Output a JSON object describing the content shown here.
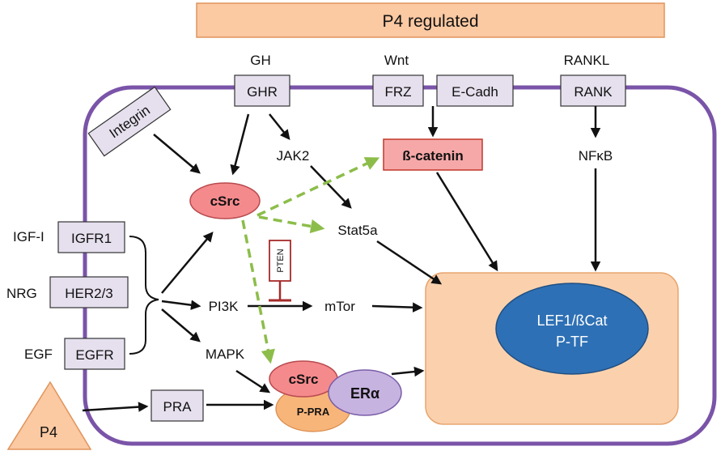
{
  "colors": {
    "cell_border": "#7a54a8",
    "receptor_fill": "#e6e0ee",
    "receptor_stroke": "#333333",
    "banner_fill": "#fbc9a2",
    "banner_stroke": "#e0945c",
    "nucleus_fill": "#fbd1ad",
    "nucleus_stroke": "#e7a56f",
    "tf_fill": "#2e70b5",
    "csrc_fill": "#f58a8d",
    "csrc_stroke": "#b84a4e",
    "era_fill": "#c7b3e0",
    "era_stroke": "#7a5ea8",
    "ppra_fill": "#f8b57a",
    "bcat_fill": "#f6a8a8",
    "bcat_stroke": "#c0392b",
    "pten_stroke": "#a52a2a",
    "dashed_green": "#8cbd4a",
    "arrow": "#111111"
  },
  "banner": {
    "label": "P4 regulated"
  },
  "ligands": {
    "gh": "GH",
    "wnt": "Wnt",
    "rankl": "RANKL",
    "igf": "IGF-I",
    "nrg": "NRG",
    "egf": "EGF"
  },
  "receptors": {
    "ghr": "GHR",
    "frz": "FRZ",
    "ecadh": "E-Cadh",
    "rank": "RANK",
    "integrin": "Integrin",
    "igfr1": "IGFR1",
    "her23": "HER2/3",
    "egfr": "EGFR",
    "pra": "PRA"
  },
  "nodes": {
    "jak2": "JAK2",
    "bcatenin": "ß-catenin",
    "nfkb": "NFκB",
    "csrc_upper": "cSrc",
    "stat5a": "Stat5a",
    "pten": "PTEN",
    "pi3k": "PI3K",
    "mtor": "mTor",
    "mapk": "MAPK",
    "csrc_lower": "cSrc",
    "era": "ERα",
    "ppra": "P-PRA",
    "p4": "P4"
  },
  "nucleus": {
    "line1": "LEF1/ßCat",
    "line2": "P-TF"
  }
}
